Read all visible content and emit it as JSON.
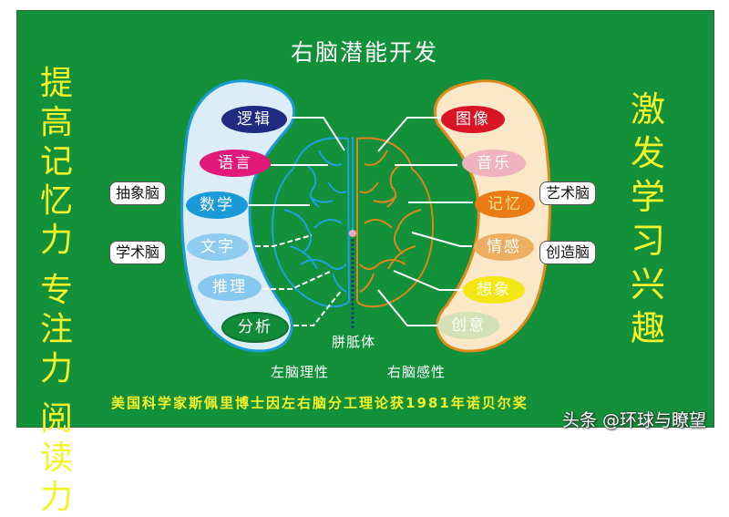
{
  "title": "右脑潜能开发",
  "left_vertical": [
    "提",
    "高",
    "记",
    "忆",
    "力",
    "",
    "专",
    "注",
    "力",
    "",
    "阅",
    "读",
    "力"
  ],
  "right_vertical": [
    "激",
    "发",
    "学",
    "习",
    "兴",
    "趣"
  ],
  "left_hemisphere": {
    "caption": "左脑理性",
    "tags": [
      "抽象脑",
      "学术脑"
    ],
    "items": [
      {
        "label": "逻辑",
        "color": "#1f2a80"
      },
      {
        "label": "语言",
        "color": "#e0197a"
      },
      {
        "label": "数学",
        "color": "#1a9ad8"
      },
      {
        "label": "文字",
        "color": "#8fcdf0"
      },
      {
        "label": "推理",
        "color": "#86c8ee"
      },
      {
        "label": "分析",
        "color": "#118a3a"
      }
    ],
    "band_color": "#dcedf8",
    "band_border": "#1a9ad8",
    "brain_color": "#1fa0dc"
  },
  "right_hemisphere": {
    "caption": "右脑感性",
    "tags": [
      "艺术脑",
      "创造脑"
    ],
    "items": [
      {
        "label": "图像",
        "color": "#d91424"
      },
      {
        "label": "音乐",
        "color": "#eeb3bd"
      },
      {
        "label": "记忆",
        "color": "#ea7a13"
      },
      {
        "label": "情感",
        "color": "#eeae62"
      },
      {
        "label": "想象",
        "color": "#f3e714"
      },
      {
        "label": "创意",
        "color": "#d4e0b6"
      }
    ],
    "band_color": "#fbe8c8",
    "band_border": "#e08a1a",
    "brain_color": "#d9861c"
  },
  "corpus_callosum_label": "胼胝体",
  "footer": "美国科学家斯佩里博士因左右脑分工理论获1981年诺贝尔奖",
  "watermark": "头条 @环球与瞭望",
  "colors": {
    "background": "#13903a",
    "accent_yellow": "#f4f22b"
  }
}
